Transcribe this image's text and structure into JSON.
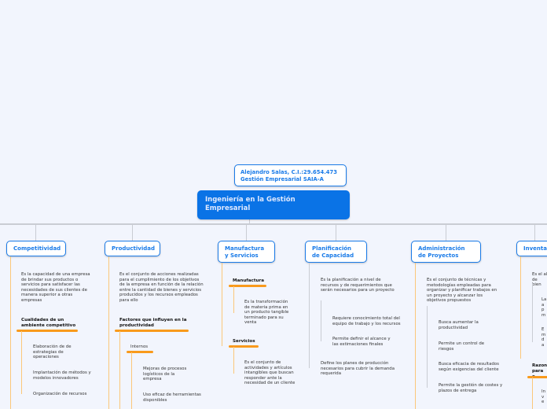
{
  "author": {
    "line1": "Alejandro Salas, C.I.:29.654.473",
    "line2": "Gestión Empresarial SAIA-A"
  },
  "root": {
    "title": "Ingeniería en la Gestión Empresarial"
  },
  "branches": {
    "competitividad": {
      "title": "Competitividad",
      "desc": "Es la capacidad de una empresa de brindar sus productos o servicios para satisfacer las necesidades de sus clientes de manera superior a otras empresas",
      "sub_title": "Cualidades de un ambiente competitivo",
      "items": [
        "Elaboración de de estrategias de operaciones",
        "Implantación de métodos y modelos innovadores",
        "Organización de recursos"
      ]
    },
    "productividad": {
      "title": "Productividad",
      "desc": "Es el conjunto de acciones realizadas para el cumplimiento de los objetivos de la empresa en función de la relación entre la cantidad de bienes y servicios producidos y los recursos empleados para ello",
      "sub_title": "Factores que influyen en la productividad",
      "group": "Internos",
      "items": [
        "Mejoras de procesos logísticos de la empresa",
        "Uso eficaz de herramientas disponibles"
      ]
    },
    "manufactura": {
      "title": "Manufactura y Servicios",
      "sub1": "Manufactura",
      "sub1_desc": "Es la transformación de materia prima en un producto tangible terminado para su venta",
      "sub2": "Servicios",
      "sub2_desc": "Es el conjunto de actividades y artículos intangibles que buscan responder ante la necesidad de un cliente"
    },
    "planificacion": {
      "title": "Planificación de Capacidad",
      "desc": "Es la planificación a nivel de recursos y de requerimientos que serán necesarios para un proyecto",
      "items": [
        "Requiere conocimiento total del equipo de trabajo y los recursos",
        "Permite definir el alcance y las estimaciones finales"
      ],
      "desc2": "Define los planes de producción necesarios para cubrir la demanda requerida"
    },
    "administracion": {
      "title": "Administración de Proyectos",
      "desc": "Es el conjunto de técnicas y metodologías empleadas para organizar y planificar trabajos en un proyecto y alcanzar los objetivos propuestos",
      "items": [
        "Busca aumentar la productividad",
        "Permite un control de riesgos",
        "Busca eficacia de resultados según exigencias del cliente",
        "Permite la gestión de costes y plazos de entrega"
      ]
    },
    "inventario": {
      "title": "Inventa",
      "desc": "Es el al de bien",
      "items": [
        "La a p m",
        "E m d a"
      ],
      "sub_title": "Razon para e",
      "sub_item": "In v e"
    }
  }
}
